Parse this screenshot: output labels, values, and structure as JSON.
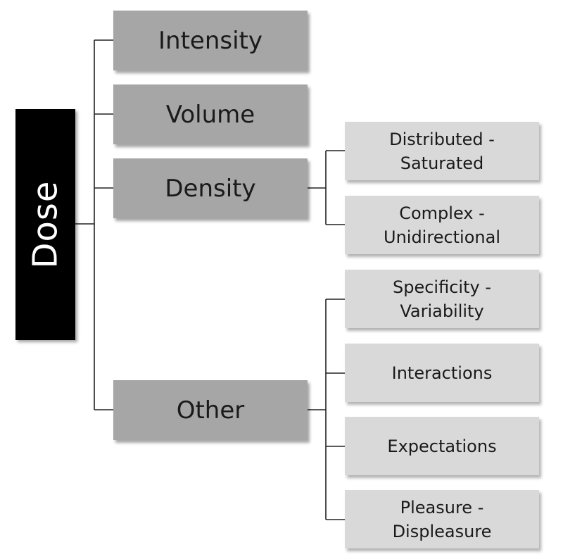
{
  "root": {
    "label": "Dose"
  },
  "categories": [
    {
      "label": "Intensity"
    },
    {
      "label": "Volume"
    },
    {
      "label": "Density",
      "children": [
        {
          "line1": "Distributed -",
          "line2": "Saturated"
        },
        {
          "line1": "Complex -",
          "line2": "Unidirectional"
        }
      ]
    },
    {
      "label": "Other",
      "children": [
        {
          "line1": "Specificity -",
          "line2": "Variability"
        },
        {
          "line1": "Interactions",
          "line2": ""
        },
        {
          "line1": "Expectations",
          "line2": ""
        },
        {
          "line1": "Pleasure -",
          "line2": "Displeasure"
        }
      ]
    }
  ],
  "colors": {
    "root": "#000000",
    "level1": "#a6a6a6",
    "level2": "#d9d9d9",
    "connector": "#222222"
  }
}
